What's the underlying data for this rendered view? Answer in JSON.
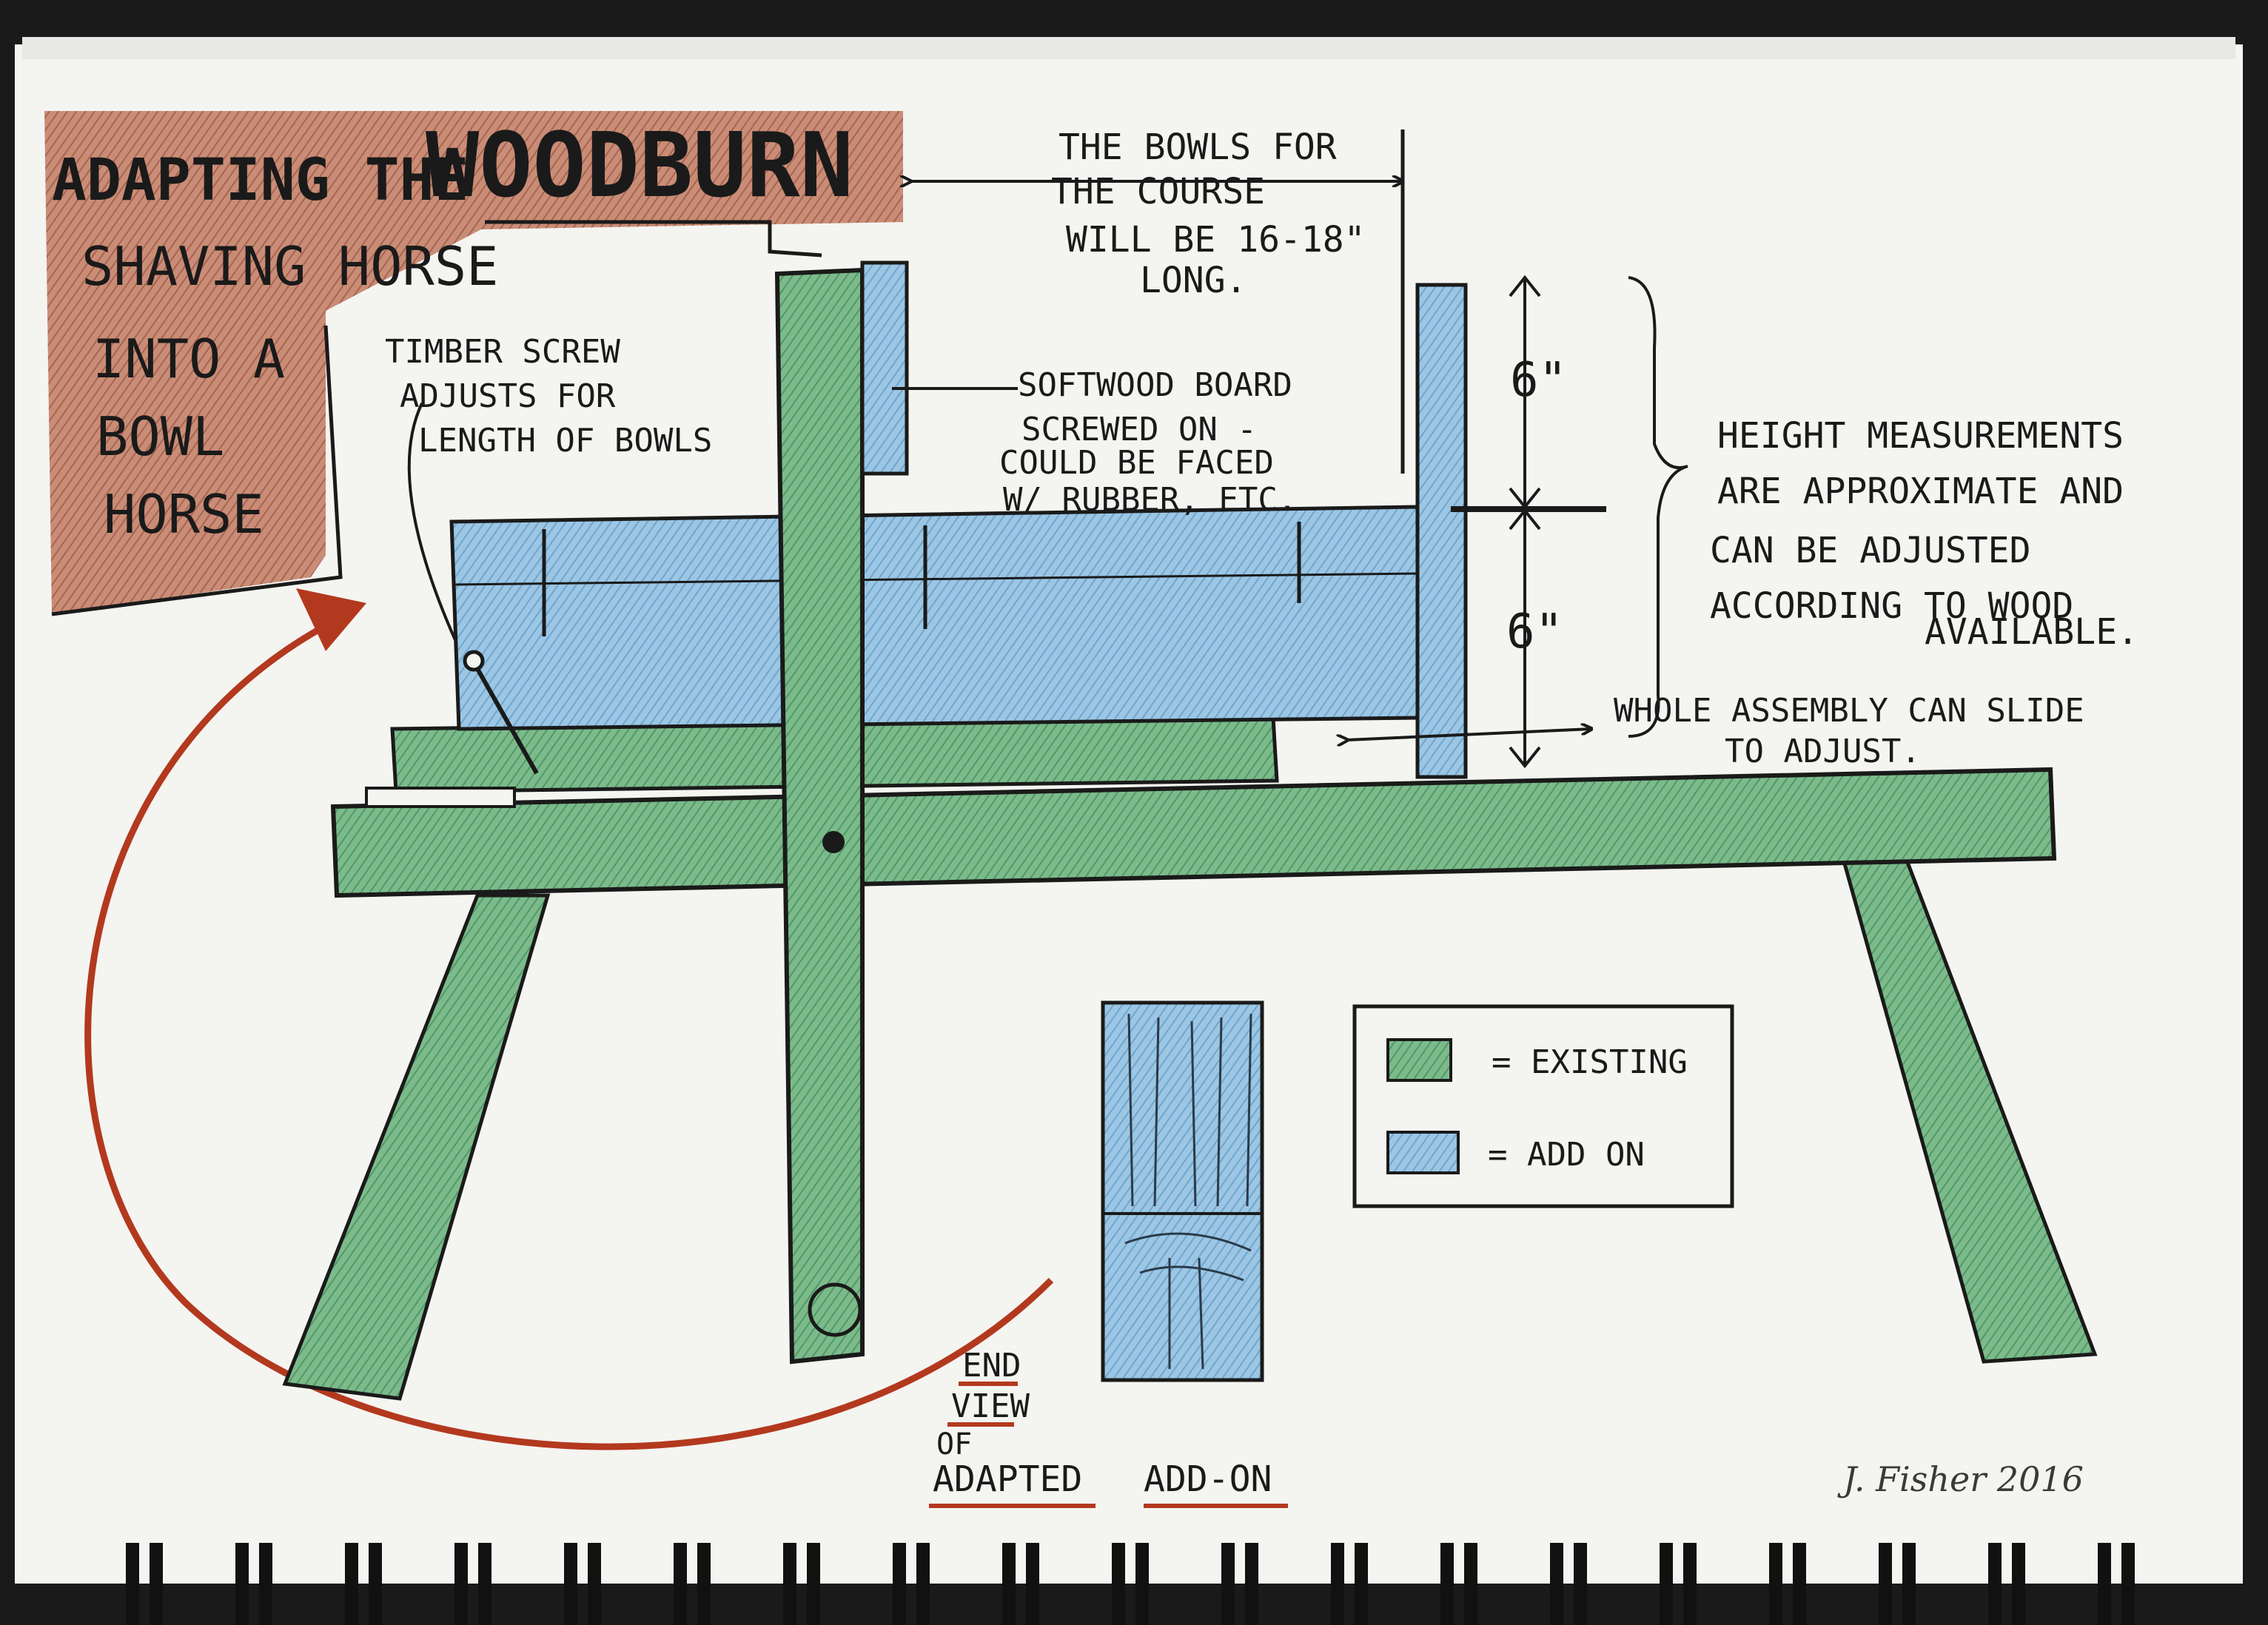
{
  "title": {
    "line1_prefix": "ADAPTING THE",
    "line1_brand": "WOODBURN",
    "line2": "SHAVING HORSE",
    "line3": "INTO A",
    "line4": "BOWL",
    "line5": "HORSE"
  },
  "notes": {
    "bowls_line1": "THE BOWLS FOR",
    "bowls_line2": "THE COURSE",
    "bowls_line3": "WILL BE 16-18\"",
    "bowls_line4": "LONG.",
    "timber_line1": "TIMBER SCREW",
    "timber_line2": "ADJUSTS FOR",
    "timber_line3": "LENGTH OF BOWLS",
    "softwood_line1": "SOFTWOOD BOARD",
    "softwood_line2": "SCREWED ON -",
    "softwood_line3": "COULD BE FACED",
    "softwood_line4": "W/ RUBBER, ETC.",
    "height_line1": "HEIGHT MEASUREMENTS",
    "height_line2": "ARE APPROXIMATE AND",
    "height_line3": "CAN BE ADJUSTED",
    "height_line4": "ACCORDING TO WOOD",
    "height_line5": "AVAILABLE.",
    "slide_line1": "WHOLE ASSEMBLY CAN SLIDE",
    "slide_line2": "TO ADJUST.",
    "dim_top": "6\"",
    "dim_bottom": "6\""
  },
  "legend": {
    "existing_label": "= EXISTING",
    "addon_label": "= ADD ON",
    "existing_color": "#6fae7f",
    "addon_color": "#7fb3d6"
  },
  "end_view": {
    "line1": "END",
    "line2": "VIEW",
    "line3": "OF",
    "line4_a": "ADAPTED",
    "line4_b": "ADD-ON"
  },
  "signature": "J. Fisher 2016",
  "colors": {
    "title_bg": "#b5705a",
    "arrow": "#b3391e",
    "paper": "#f4f4f1",
    "ink": "#1a1a1a"
  }
}
